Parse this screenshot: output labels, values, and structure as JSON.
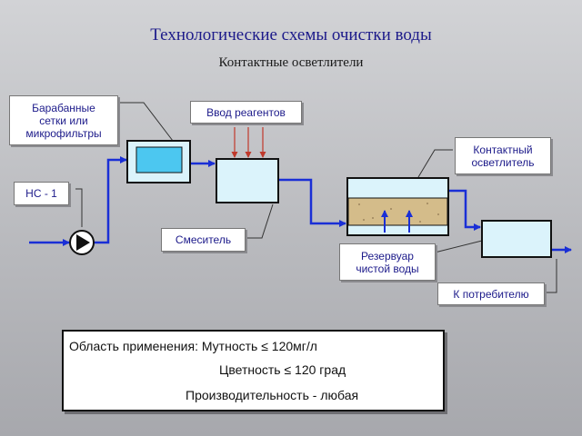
{
  "title": "Технологические схемы очистки воды",
  "subtitle": "Контактные осветлители",
  "labels": {
    "drums": "Барабанные\nсетки или\nмикрофильтры",
    "reagents": "Ввод реагентов",
    "clarifier": "Контактный\nосветлитель",
    "pump": "НС - 1",
    "mixer": "Смеситель",
    "reservoir": "Резервуар\nчистой воды",
    "consumer": "К потребителю"
  },
  "info": {
    "line1": "Область применения: Мутность ≤ 120мг/л",
    "line2": "Цветность ≤ 120 град",
    "line3": "Производительность - любая"
  },
  "colors": {
    "flow": "#1a2fd6",
    "reagent_arrow": "#c0392b",
    "tank_fill": "#dbf3fb",
    "sand": "#d4bc8a"
  }
}
